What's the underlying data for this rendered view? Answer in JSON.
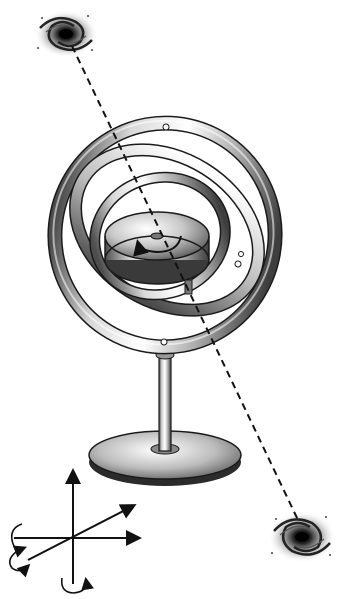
{
  "figure": {
    "subject": "gyroscope",
    "elements": [
      "galaxy-top-left",
      "galaxy-bottom-right",
      "spin-axis-dashed-line",
      "outer-gimbal-ring",
      "middle-gimbal-ring",
      "inner-gimbal-ring",
      "rotor-disk",
      "rotor-spin-arrow",
      "support-stand",
      "coordinate-axes"
    ],
    "colors": {
      "metal_light": "#f2f2f2",
      "metal_mid": "#b8b8b8",
      "metal_dark": "#5a5a5a",
      "outline": "#1a1a1a",
      "galaxy_core": "#111111"
    }
  }
}
